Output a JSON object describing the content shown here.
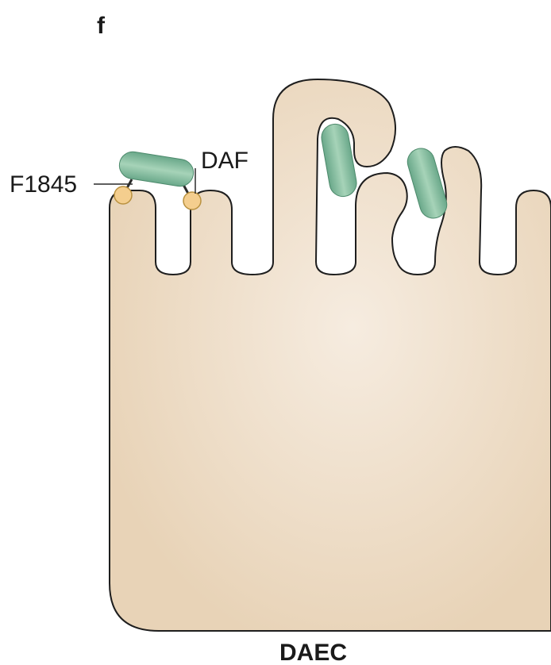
{
  "panel": {
    "letter": "f"
  },
  "labels": {
    "adhesin": "F1845",
    "receptor": "DAF",
    "cell": "DAEC"
  },
  "colors": {
    "cell_fill": "#ead7bd",
    "cell_center": "#f6ece0",
    "cell_outline": "#1e1e1e",
    "bacterium": "#8fc4a7",
    "bacterium_dark": "#5f9c80",
    "daf_receptor": "#f4ce8e",
    "text": "#1a1a1a"
  }
}
